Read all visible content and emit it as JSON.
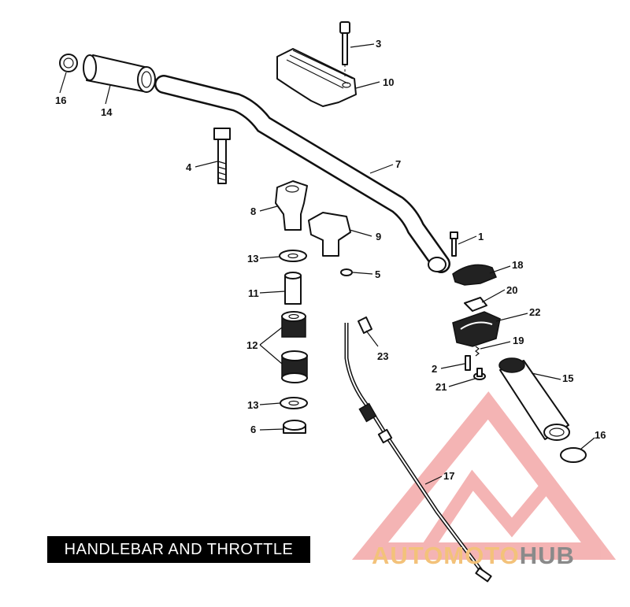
{
  "title": "HANDLEBAR AND THROTTLE CONTROL",
  "watermark": {
    "text_primary": "AUTOMOTO",
    "text_secondary": "HUB",
    "color_primary": "#f3c27a",
    "color_secondary": "#8a8a8a",
    "logo_color": "#e85a5a"
  },
  "callouts": [
    {
      "id": "c16a",
      "label": "16"
    },
    {
      "id": "c14",
      "label": "14"
    },
    {
      "id": "c3",
      "label": "3"
    },
    {
      "id": "c10",
      "label": "10"
    },
    {
      "id": "c7",
      "label": "7"
    },
    {
      "id": "c4",
      "label": "4"
    },
    {
      "id": "c8",
      "label": "8"
    },
    {
      "id": "c9",
      "label": "9"
    },
    {
      "id": "c1",
      "label": "1"
    },
    {
      "id": "c18",
      "label": "18"
    },
    {
      "id": "c13a",
      "label": "13"
    },
    {
      "id": "c5",
      "label": "5"
    },
    {
      "id": "c11",
      "label": "11"
    },
    {
      "id": "c20",
      "label": "20"
    },
    {
      "id": "c22",
      "label": "22"
    },
    {
      "id": "c12",
      "label": "12"
    },
    {
      "id": "c23",
      "label": "23"
    },
    {
      "id": "c19",
      "label": "19"
    },
    {
      "id": "c2",
      "label": "2"
    },
    {
      "id": "c21",
      "label": "21"
    },
    {
      "id": "c15",
      "label": "15"
    },
    {
      "id": "c13b",
      "label": "13"
    },
    {
      "id": "c6",
      "label": "6"
    },
    {
      "id": "c16b",
      "label": "16"
    },
    {
      "id": "c17",
      "label": "17"
    }
  ]
}
